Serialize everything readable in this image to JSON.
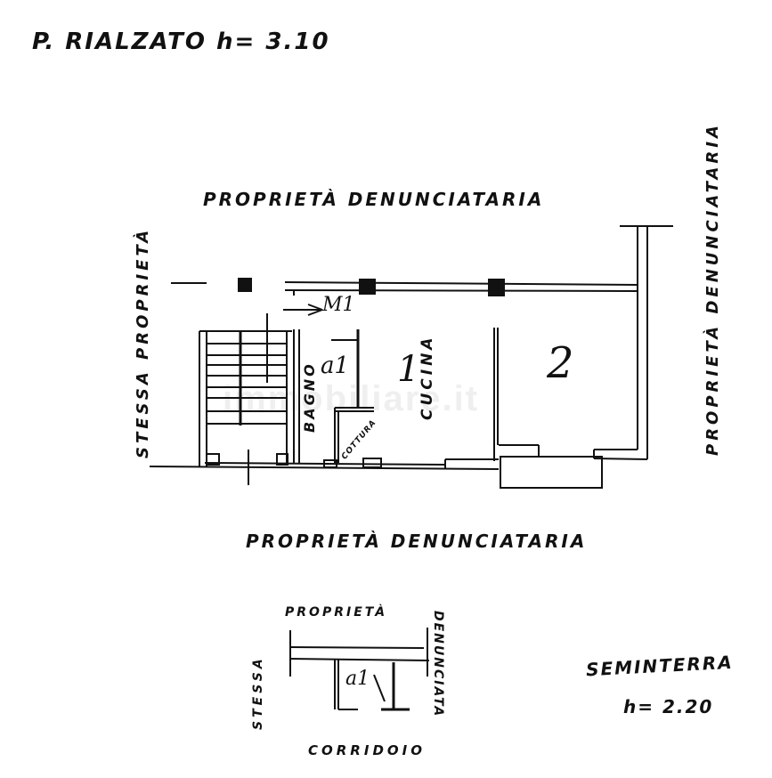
{
  "plan": {
    "title": "P. RIALZATO h= 3.10",
    "floor_name": "P. RIALZATO",
    "floor_height": "3.10",
    "watermark": "immobiliare.it",
    "boundaries": {
      "top": "PROPRIETÀ DENUNCIATARIA",
      "bottom": "PROPRIETÀ DENUNCIATARIA",
      "left": "STESSA PROPRIETÀ",
      "right": "PROPRIETÀ DENUNCIATARIA"
    },
    "rooms": {
      "bagno": "BAGNO",
      "cucina": "CUCINA",
      "cottura": "COTTURA"
    },
    "marks": {
      "entrance": "M1",
      "bagno_mark": "a1",
      "cucina_mark": "1",
      "room_mark": "2"
    }
  },
  "seminterrato": {
    "title": "SEMINTERRA",
    "height": "h= 2.20",
    "boundaries": {
      "top": "PROPRIETÀ",
      "left": "STESSA",
      "right": "DENUNCIATA",
      "bottom": "CORRIDOIO"
    },
    "mark": "a1"
  },
  "colors": {
    "ink": "#111111",
    "paper": "#ffffff"
  }
}
